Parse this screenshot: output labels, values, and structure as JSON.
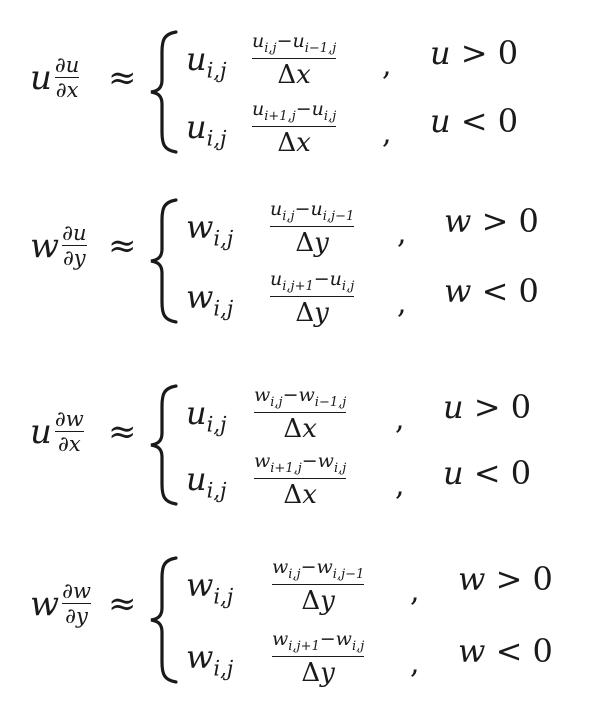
{
  "equations": [
    {
      "lhs_var": "u",
      "lhs_num": "∂u",
      "lhs_den": "∂x",
      "approx": "≈",
      "cases": [
        {
          "coef": "u",
          "coef_sub": "i,j",
          "num": "u<sub>i,j</sub>−u<sub>i−1,j</sub>",
          "den": "Δ<i>x</i>",
          "cond": "<i>u</i> &gt; 0"
        },
        {
          "coef": "u",
          "coef_sub": "i,j",
          "num": "u<sub>i+1,j</sub>−u<sub>i,j</sub>",
          "den": "Δ<i>x</i>",
          "cond": "<i>u</i> &lt; 0"
        }
      ]
    },
    {
      "lhs_var": "w",
      "lhs_num": "∂u",
      "lhs_den": "∂y",
      "approx": "≈",
      "cases": [
        {
          "coef": "w",
          "coef_sub": "i,j",
          "num": "u<sub>i,j</sub>−u<sub>i,j−1</sub>",
          "den": "Δ<i>y</i>",
          "cond": "<i>w</i> &gt; 0"
        },
        {
          "coef": "w",
          "coef_sub": "i,j",
          "num": "u<sub>i,j+1</sub>−u<sub>i,j</sub>",
          "den": "Δ<i>y</i>",
          "cond": "<i>w</i> &lt; 0"
        }
      ]
    },
    {
      "lhs_var": "u",
      "lhs_num": "∂w",
      "lhs_den": "∂x",
      "approx": "≈",
      "cases": [
        {
          "coef": "u",
          "coef_sub": "i,j",
          "num": "w<sub>i,j</sub>−w<sub>i−1,j</sub>",
          "den": "Δ<i>x</i>",
          "cond": "<i>u</i> &gt; 0"
        },
        {
          "coef": "u",
          "coef_sub": "i,j",
          "num": "w<sub>i+1,j</sub>−w<sub>i,j</sub>",
          "den": "Δ<i>x</i>",
          "cond": "<i>u</i> &lt; 0"
        }
      ]
    },
    {
      "lhs_var": "w",
      "lhs_num": "∂w",
      "lhs_den": "∂y",
      "approx": "≈",
      "cases": [
        {
          "coef": "w",
          "coef_sub": "i,j",
          "num": "w<sub>i,j</sub>−w<sub>i,j−1</sub>",
          "den": "Δ<i>y</i>",
          "cond": "<i>w</i> &gt; 0"
        },
        {
          "coef": "w",
          "coef_sub": "i,j",
          "num": "w<sub>i,j+1</sub>−w<sub>i,j</sub>",
          "den": "Δ<i>y</i>",
          "cond": "<i>w</i> &lt; 0"
        }
      ]
    }
  ]
}
